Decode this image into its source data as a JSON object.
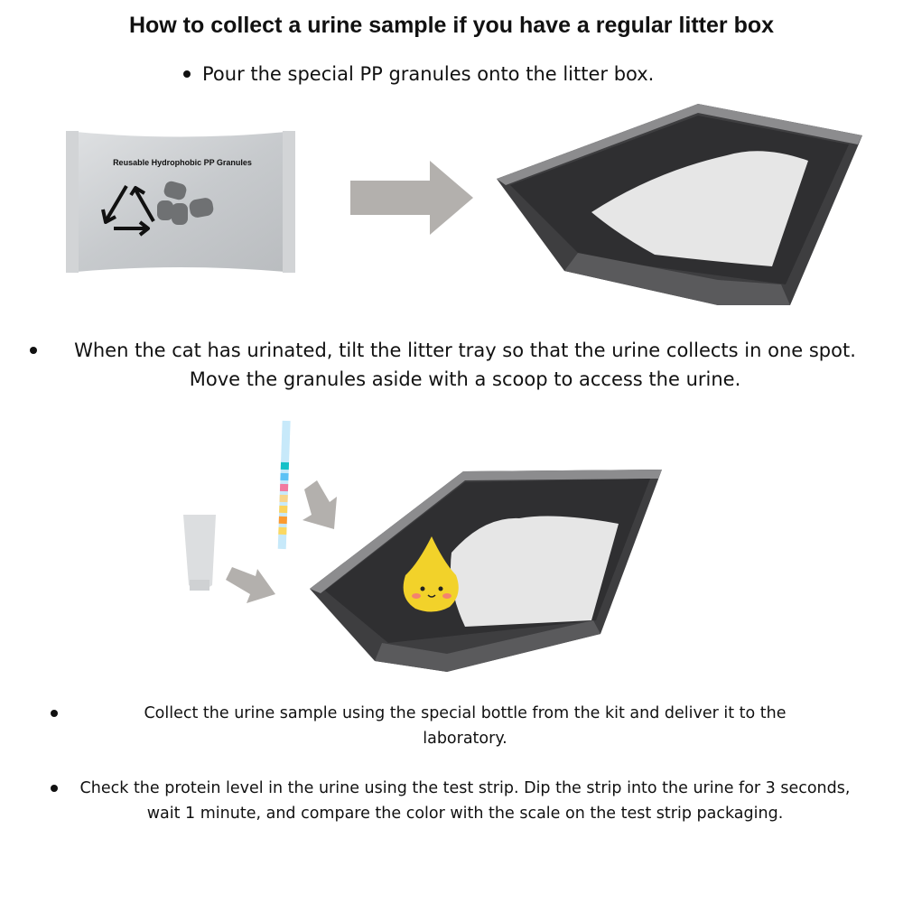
{
  "title": "How to collect a urine sample if you have a regular litter box",
  "steps": [
    "Pour the special PP granules onto the litter box.",
    "When the cat has urinated, tilt the litter tray so that the urine collects in one spot. Move the granules aside with a scoop to access the urine.",
    "Collect the urine sample using the special bottle from the kit and deliver it to the laboratory.",
    "Check the protein level in the urine using the test strip. Dip the strip into the urine for 3 seconds, wait 1 minute, and compare the color with the scale on the test strip packaging."
  ],
  "package_label": "Reusable Hydrophobic PP Granules",
  "colors": {
    "arrow": "#b3b0ad",
    "tray": "#4a4a4c",
    "granules": "#e8e8e8",
    "drop": "#f2d22a"
  },
  "strip_colors": [
    "#15c1c8",
    "#5cc2f5",
    "#f27aa0",
    "#f8d48a",
    "#fbd35c",
    "#fb9a30",
    "#fbd862"
  ]
}
